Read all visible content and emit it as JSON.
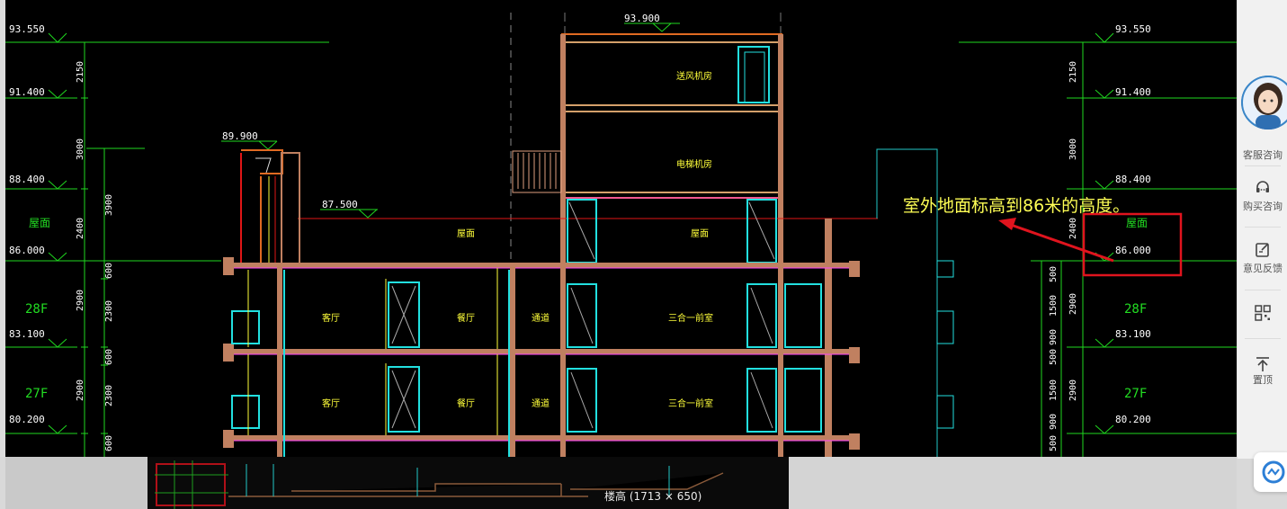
{
  "drawing": {
    "levels": {
      "top_left": "93.550",
      "top_right": "93.550",
      "l91_left": "91.400",
      "l91_right": "91.400",
      "l88_left": "88.400",
      "l88_right": "88.400",
      "l86_left": "86.000",
      "l86_right": "86.000",
      "l83_left": "83.100",
      "l83_right": "83.100",
      "l80_left": "80.200",
      "l80_right": "80.200",
      "roof_top": "93.900",
      "parapet": "89.900",
      "roof_mid": "87.500"
    },
    "dims": {
      "d2150": "2150",
      "d3000": "3000",
      "d3900": "3900",
      "d2400": "2400",
      "d600": "600",
      "d2900": "2900",
      "d2300": "2300",
      "d500": "500",
      "d1500": "1500",
      "d900": "900"
    },
    "rooms": {
      "fan": "送风机房",
      "elevator": "电梯机房",
      "roof_a": "屋面",
      "roof_b": "屋面",
      "living1": "客厅",
      "dining1": "餐厅",
      "corridor1": "通道",
      "bedroom1": "三合一前室",
      "living2": "客厅",
      "dining2": "餐厅",
      "corridor2": "通道",
      "bedroom2": "三合一前室"
    },
    "floors": {
      "f28_left": "28F",
      "f28_right": "28F",
      "f27_left": "27F",
      "f27_right": "27F"
    },
    "roof_labels": {
      "left": "屋面",
      "right": "屋面"
    },
    "annotation": "室外地面标高到86米的高度。",
    "colors": {
      "grid_green": "#1fd81f",
      "highlight_red": "#e0141e",
      "cad_yellow": "#ffff3a"
    }
  },
  "viewer": {
    "caption": "楼高 (1713 × 650)"
  },
  "sidebar": {
    "customer_service": "客服咨询",
    "purchase": "购买咨询",
    "feedback": "意见反馈",
    "top": "置顶"
  }
}
